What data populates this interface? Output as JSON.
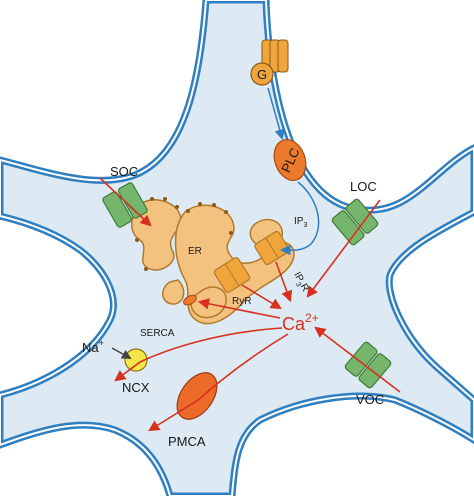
{
  "labels": {
    "soc": "SOC",
    "loc": "LOC",
    "voc": "VOC",
    "ncx": "NCX",
    "pmca": "PMCA",
    "serca": "SERCA",
    "er": "ER",
    "ryr": "RyR",
    "ip3r_base": "IP",
    "ip3r_sub": "3",
    "ip3r_suffix": "R",
    "ip3_base": "IP",
    "ip3_sub": "3",
    "na_base": "Na",
    "na_sup": "+",
    "ca_base": "Ca",
    "ca_sup": "2+",
    "plc": "PLC",
    "g": "G"
  },
  "colors": {
    "membrane": "#2f7fc1",
    "cytoplasm": "#dde9f3",
    "er_fill": "#f4c27f",
    "er_stroke": "#b07a2c",
    "channel_green": "#76b56c",
    "channel_dark": "#3e7a38",
    "calcium_red": "#d7301f",
    "signal_blue": "#2f7fc1",
    "plc_orange": "#ec7a2c",
    "ncx_yellow": "#f5e64a",
    "pmca_orange": "#ec6a2a",
    "receptor_orange": "#f0a53a"
  }
}
